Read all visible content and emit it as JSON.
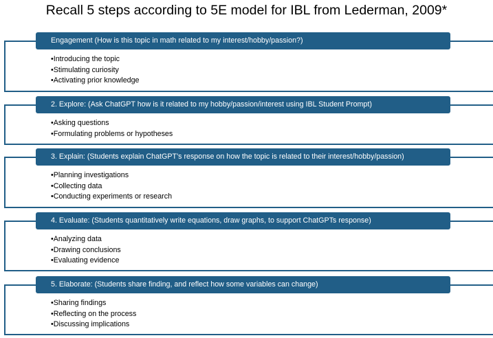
{
  "title": "Recall 5 steps according to 5E model for IBL from Lederman, 2009*",
  "steps": [
    {
      "header": "Engagement (How is this topic in math related to my interest/hobby/passion?)",
      "items": [
        "Introducing the topic",
        "Stimulating curiosity",
        "Activating prior knowledge"
      ]
    },
    {
      "header": "2. Explore: (Ask ChatGPT how is it related to my hobby/passion/interest using IBL Student Prompt)",
      "items": [
        "Asking questions",
        "Formulating problems or hypotheses"
      ]
    },
    {
      "header": "3. Explain: (Students explain ChatGPT’s response on how the topic is related to their interest/hobby/passion)",
      "items": [
        "Planning investigations",
        "Collecting data",
        "Conducting experiments or research"
      ]
    },
    {
      "header": "4. Evaluate: (Students quantitatively write equations, draw graphs, to support ChatGPTs response)",
      "items": [
        "Analyzing data",
        "Drawing conclusions",
        "Evaluating evidence"
      ]
    },
    {
      "header": "5. Elaborate: (Students share finding, and reflect how some variables can change)",
      "items": [
        "Sharing findings",
        "Reflecting on the process",
        "Discussing implications"
      ]
    }
  ],
  "colors": {
    "accent": "#215e87",
    "header_text": "#ffffff"
  }
}
